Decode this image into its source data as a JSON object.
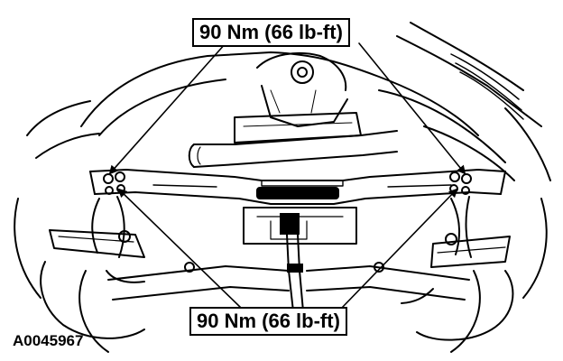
{
  "callouts": {
    "top": "90 Nm (66 lb-ft)",
    "bottom": "90 Nm (66 lb-ft)"
  },
  "figure_id": "A0045967",
  "colors": {
    "ink": "#000000",
    "background": "#ffffff"
  }
}
